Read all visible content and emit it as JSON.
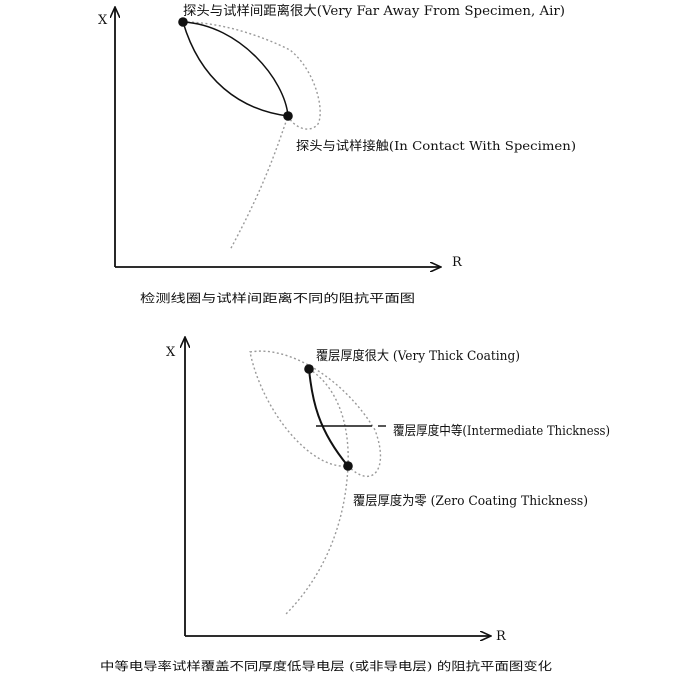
{
  "top_diagram": {
    "x_axis_label": "R",
    "y_axis_label": "X",
    "label_far": "探头与试样间距离很大(Very Far Away From Specimen, Air)",
    "label_contact": "探头与试样接触(In Contact With Specimen)",
    "caption": "检测线圈与试样间距离不同的阻抗平面图"
  },
  "bottom_diagram": {
    "x_axis_label": "R",
    "y_axis_label": "X",
    "label_thick": "覆层厚度很大 (Very Thick Coating)",
    "label_intermediate": "覆层厚度中等(Intermediate Thickness)",
    "label_zero": "覆层厚度为零 (Zero Coating Thickness)",
    "caption": "中等电导率试样覆盖不同厚度低导电层 (或非导电层) 的阻抗平面图变化"
  },
  "colors": {
    "ink": "#111111",
    "dotted_curve": "#9a9a9a"
  }
}
